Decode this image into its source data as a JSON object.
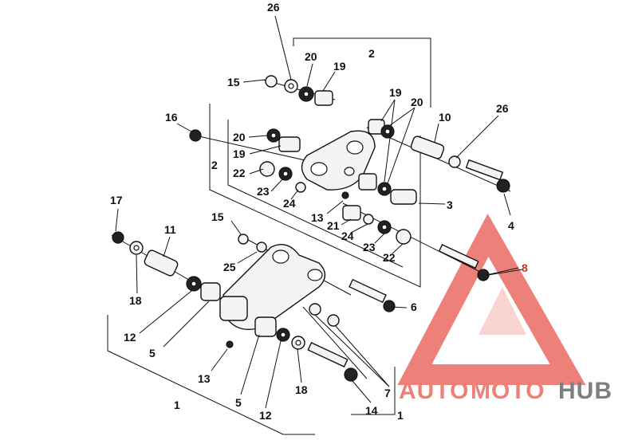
{
  "callouts": {
    "c26_top": "26",
    "c2_top": "2",
    "c20_top": "20",
    "c19_top": "19",
    "c15_top": "15",
    "c19_r": "19",
    "c20_r": "20",
    "c10": "10",
    "c26_r": "26",
    "c16": "16",
    "c20_l": "20",
    "c19_l": "19",
    "c2_l": "2",
    "c22_l": "22",
    "c23_l": "23",
    "c24_l": "24",
    "c3": "3",
    "c4": "4",
    "c13_m": "13",
    "c21": "21",
    "c24_m": "24",
    "c23_m": "23",
    "c22_m": "22",
    "c8": "8",
    "c17": "17",
    "c11": "11",
    "c15_b": "15",
    "c25": "25",
    "c18_l": "18",
    "c12_l": "12",
    "c5_l": "5",
    "c6": "6",
    "c13_b": "13",
    "c5_b": "5",
    "c12_b": "12",
    "c18_b": "18",
    "c7": "7",
    "c14": "14",
    "c1_l": "1",
    "c1_r": "1"
  },
  "watermark": {
    "part1": "AUTO",
    "part2": "MOTO",
    "part3": "HUB",
    "color_red": "#e8574e",
    "color_gray": "#666666"
  },
  "colors": {
    "highlight": "#c0392b"
  }
}
